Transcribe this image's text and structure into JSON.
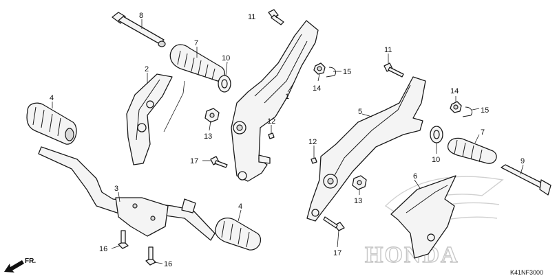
{
  "diagram": {
    "callouts": {
      "c1": "1",
      "c2": "2",
      "c3": "3",
      "c4a": "4",
      "c4b": "4",
      "c5": "5",
      "c6": "6",
      "c7a": "7",
      "c7b": "7",
      "c8": "8",
      "c9": "9",
      "c10a": "10",
      "c10b": "10",
      "c11a": "11",
      "c11b": "11",
      "c12a": "12",
      "c12b": "12",
      "c13a": "13",
      "c13b": "13",
      "c14a": "14",
      "c14b": "14",
      "c15a": "15",
      "c15b": "15",
      "c16a": "16",
      "c16b": "16",
      "c17a": "17",
      "c17b": "17"
    },
    "direction_label": "FR.",
    "drawing_code": "K41NF3000",
    "watermark": "HONDA",
    "icons": {
      "direction": "forward-arrow-icon",
      "logo": "honda-wing-logo-icon"
    }
  }
}
